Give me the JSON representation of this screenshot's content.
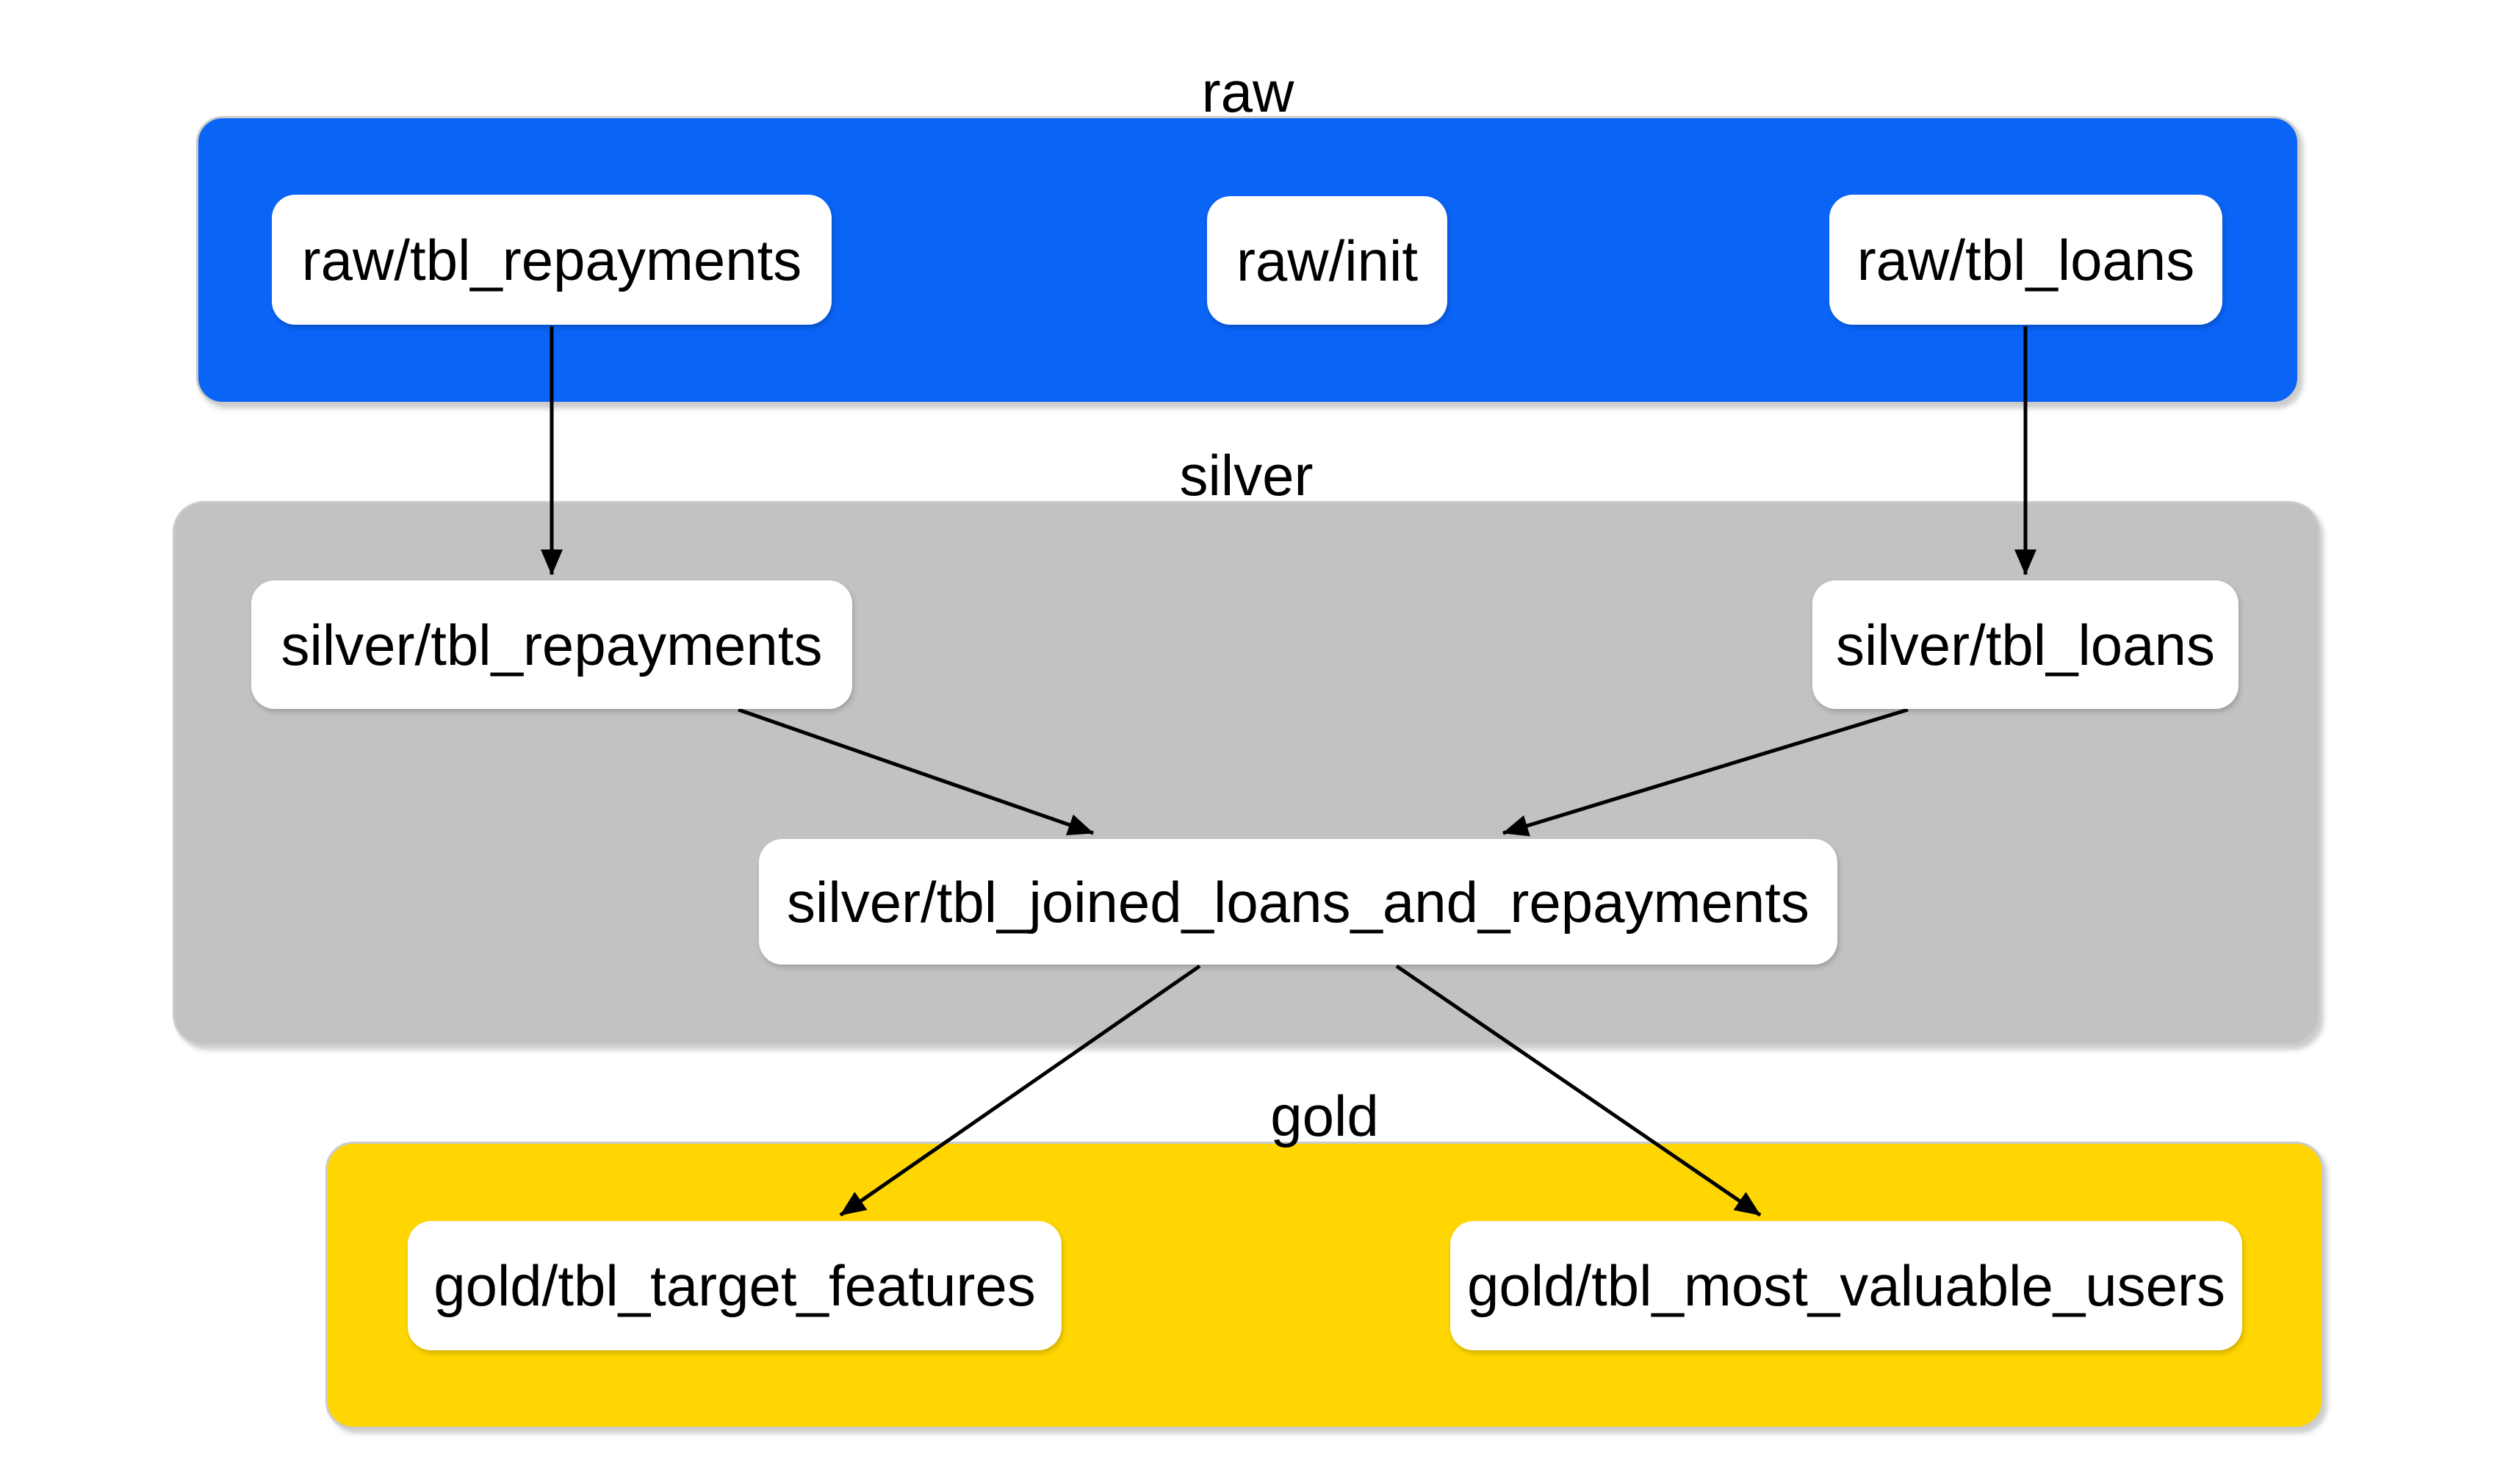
{
  "diagram": {
    "layers": [
      {
        "name": "raw",
        "label": "raw",
        "color": "#0A64F6",
        "nodes": [
          {
            "label": "raw/tbl_repayments"
          },
          {
            "label": "raw/init"
          },
          {
            "label": "raw/tbl_loans"
          }
        ]
      },
      {
        "name": "silver",
        "label": "silver",
        "color": "#C2C2C2",
        "nodes": [
          {
            "label": "silver/tbl_repayments"
          },
          {
            "label": "silver/tbl_loans"
          },
          {
            "label": "silver/tbl_joined_loans_and_repayments"
          }
        ]
      },
      {
        "name": "gold",
        "label": "gold",
        "color": "#FFD601",
        "nodes": [
          {
            "label": "gold/tbl_target_features"
          },
          {
            "label": "gold/tbl_most_valuable_users"
          }
        ]
      }
    ],
    "edges": [
      {
        "from": "raw/tbl_repayments",
        "to": "silver/tbl_repayments"
      },
      {
        "from": "raw/tbl_loans",
        "to": "silver/tbl_loans"
      },
      {
        "from": "silver/tbl_repayments",
        "to": "silver/tbl_joined_loans_and_repayments"
      },
      {
        "from": "silver/tbl_loans",
        "to": "silver/tbl_joined_loans_and_repayments"
      },
      {
        "from": "silver/tbl_joined_loans_and_repayments",
        "to": "gold/tbl_target_features"
      },
      {
        "from": "silver/tbl_joined_loans_and_repayments",
        "to": "gold/tbl_most_valuable_users"
      }
    ],
    "colors": {
      "raw_band": "#0A64F6",
      "silver_band": "#C2C2C2",
      "gold_band": "#FFD601",
      "node_bg": "#FFFFFF",
      "edge": "#000000",
      "text": "#000000",
      "band_border": "#CBCBCB"
    }
  }
}
